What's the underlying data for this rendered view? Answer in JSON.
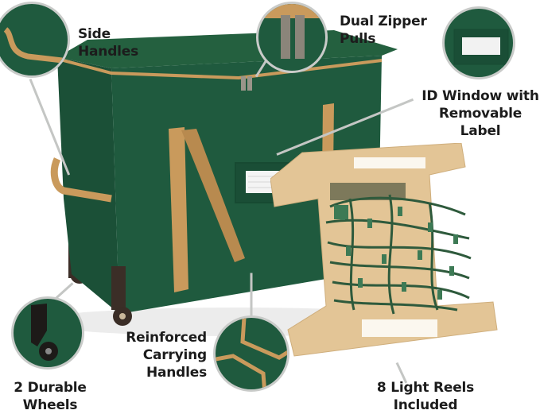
{
  "image": {
    "subject": "Green rolling Christmas light storage bag with light reels",
    "colors": {
      "bag_green": "#1f5a3e",
      "trim_tan": "#c99a5c",
      "reel_cardboard": "#e3c596",
      "callout_ring": "#c9cbc9",
      "label_text": "#1c1c1c",
      "background": "#ffffff"
    }
  },
  "callouts": [
    {
      "id": "side-handles",
      "line1": "Side",
      "line2": "Handles"
    },
    {
      "id": "dual-zipper",
      "line1": "Dual Zipper",
      "line2": "Pulls"
    },
    {
      "id": "id-window",
      "line1": "ID Window with",
      "line2": "Removable Label"
    },
    {
      "id": "wheels",
      "line1": "2 Durable",
      "line2": "Wheels"
    },
    {
      "id": "carrying-handles",
      "line1": "Reinforced",
      "line2": "Carrying",
      "line3": "Handles"
    },
    {
      "id": "light-reels",
      "line1": "8 Light Reels",
      "line2": "Included"
    }
  ]
}
